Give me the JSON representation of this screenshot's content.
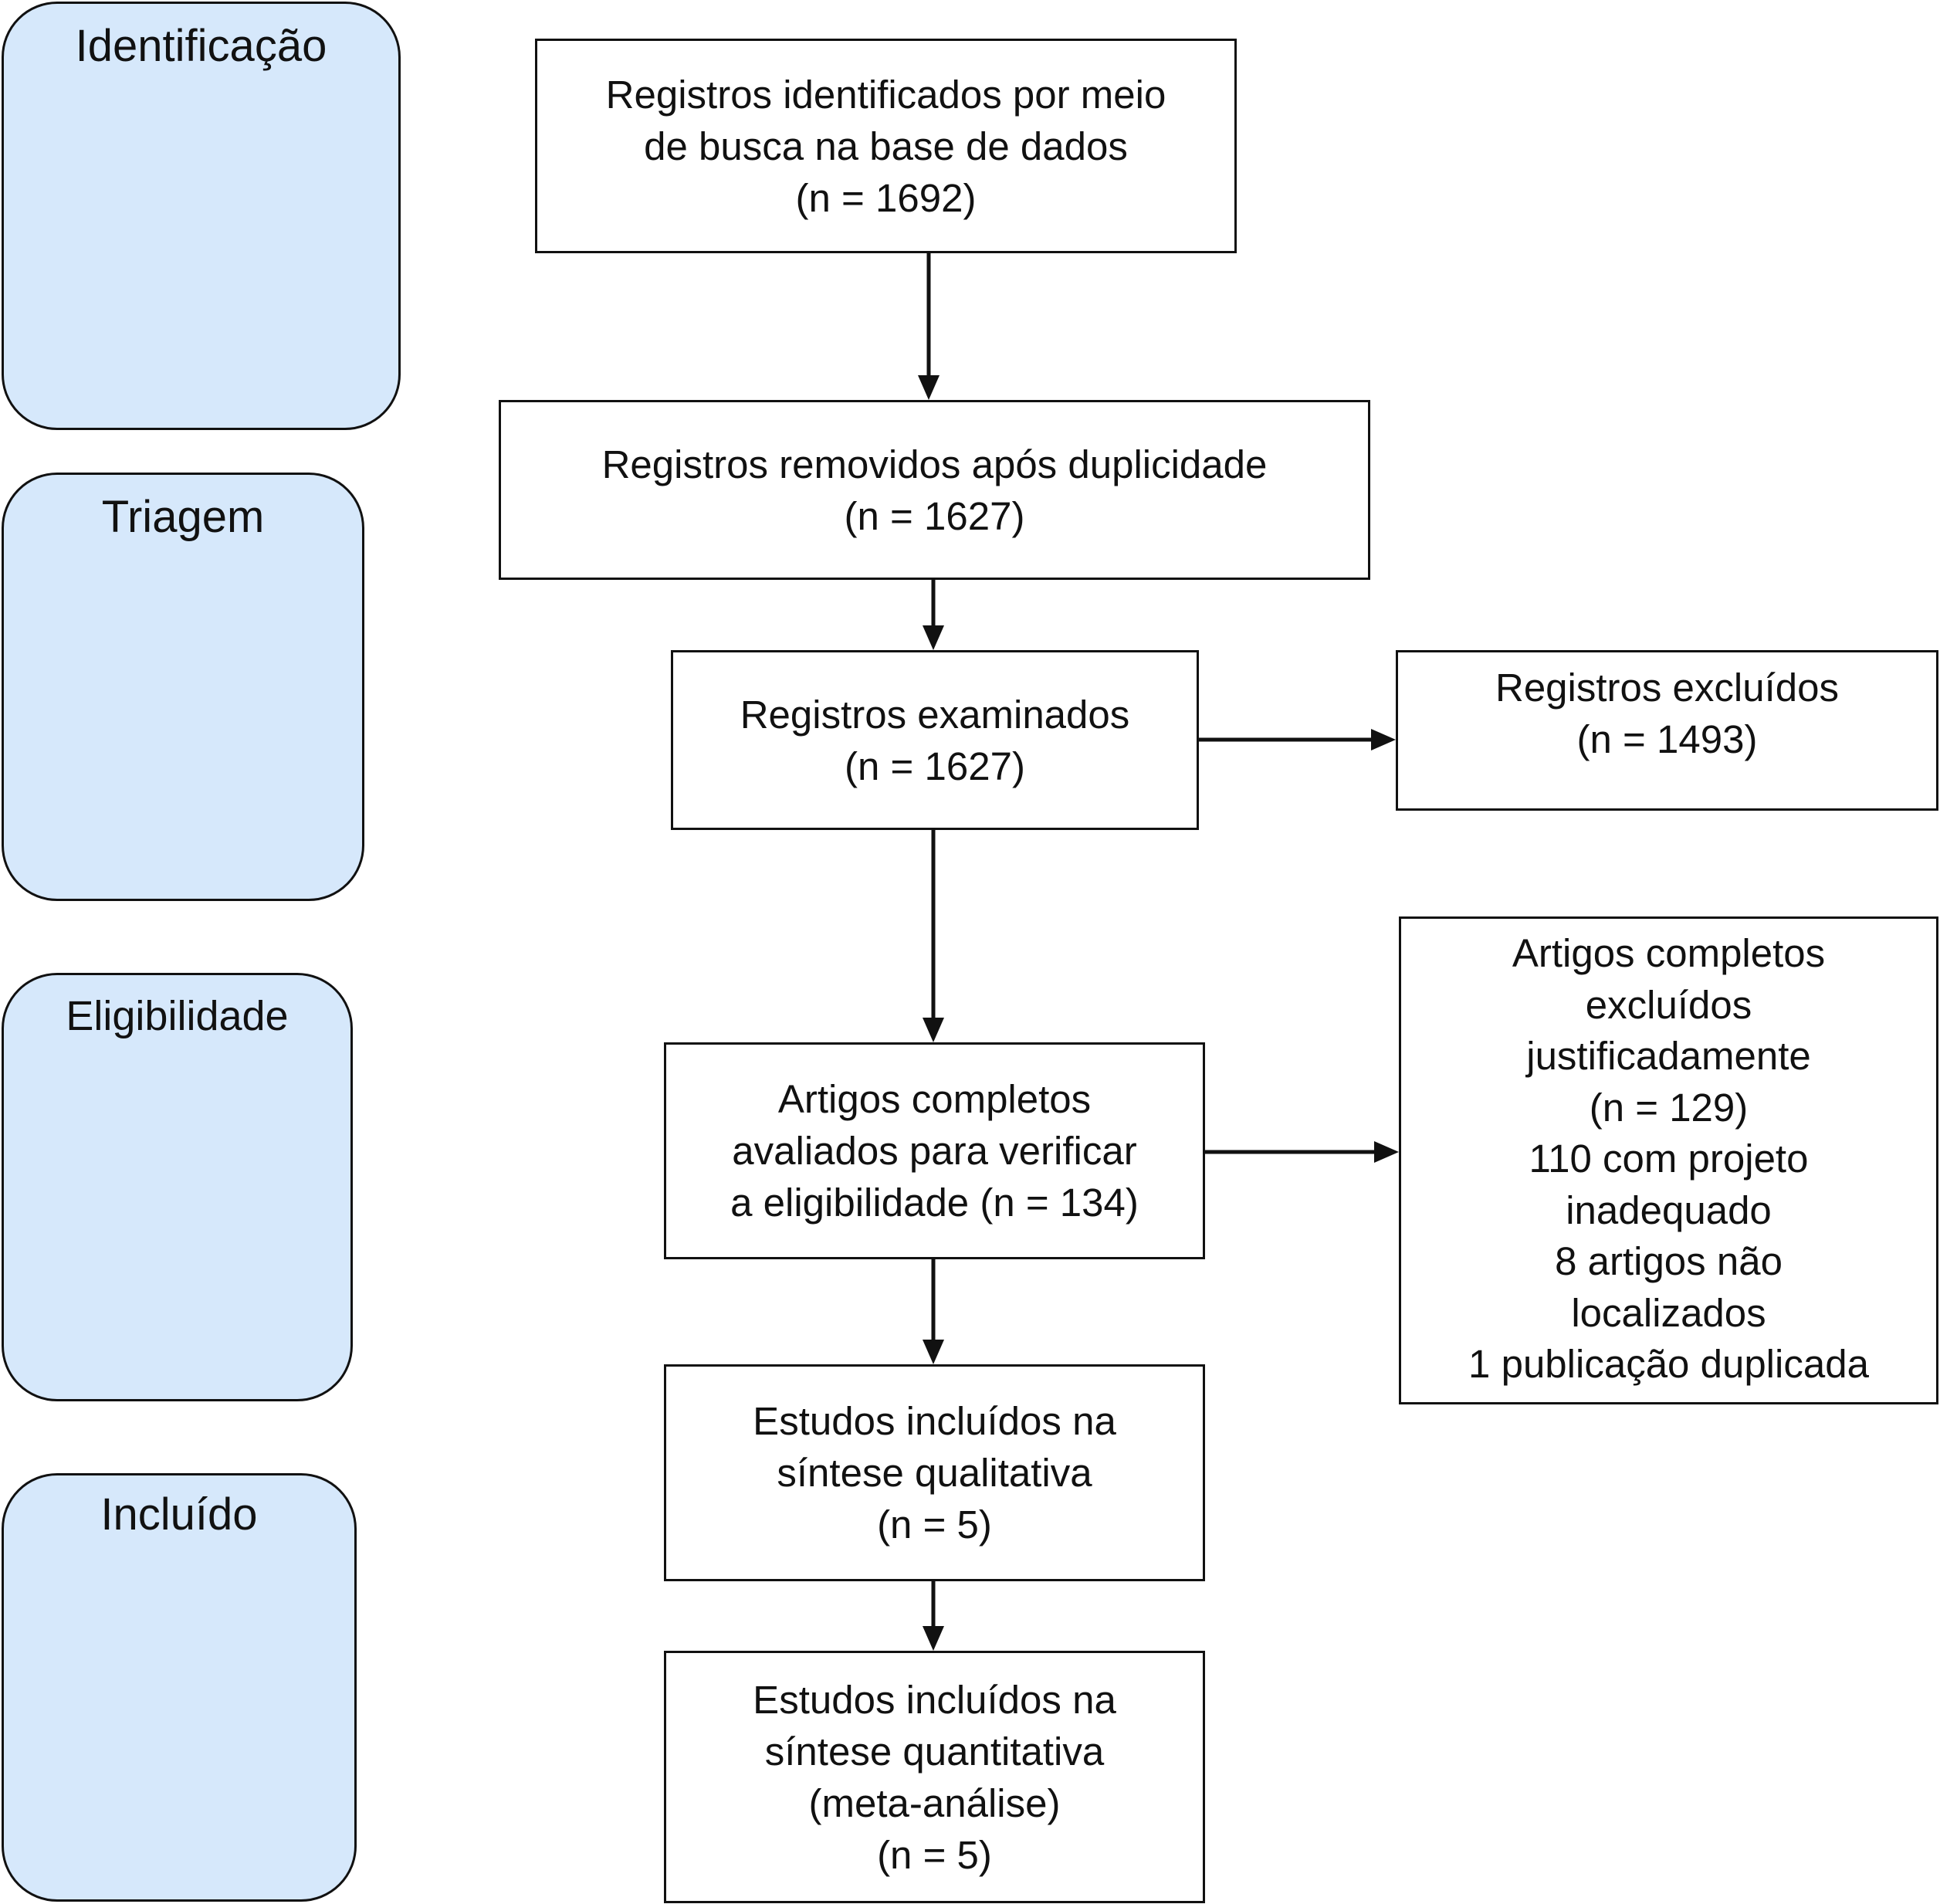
{
  "phases": [
    {
      "id": "identificacao",
      "label": "Identificação"
    },
    {
      "id": "triagem",
      "label": "Triagem"
    },
    {
      "id": "eligibilidade",
      "label": "Eligibilidade"
    },
    {
      "id": "incluido",
      "label": "Incluído"
    }
  ],
  "boxes": {
    "identified": {
      "lines": [
        "Registros identificados por meio",
        "de busca na base de dados",
        "(n = 1692)"
      ]
    },
    "removed": {
      "lines": [
        "Registros removidos após duplicidade",
        "(n = 1627)"
      ]
    },
    "examined": {
      "lines": [
        "Registros examinados",
        "(n = 1627)"
      ]
    },
    "excluded": {
      "lines": [
        "Registros excluídos",
        "(n = 1493)"
      ]
    },
    "full_assessed": {
      "lines": [
        "Artigos completos",
        "avaliados para verificar",
        "a eligibilidade (n = 134)"
      ]
    },
    "full_excluded": {
      "lines": [
        "Artigos completos",
        "excluídos",
        "justificadamente",
        "(n = 129)",
        "110 com projeto",
        "inadequado",
        "8 artigos não",
        "localizados",
        "1 publicação duplicada"
      ]
    },
    "qualitative": {
      "lines": [
        "Estudos incluídos na",
        "síntese qualitativa",
        "(n = 5)"
      ]
    },
    "quantitative": {
      "lines": [
        "Estudos incluídos na",
        "síntese quantitativa",
        "(meta-análise)",
        "(n = 5)"
      ]
    }
  }
}
